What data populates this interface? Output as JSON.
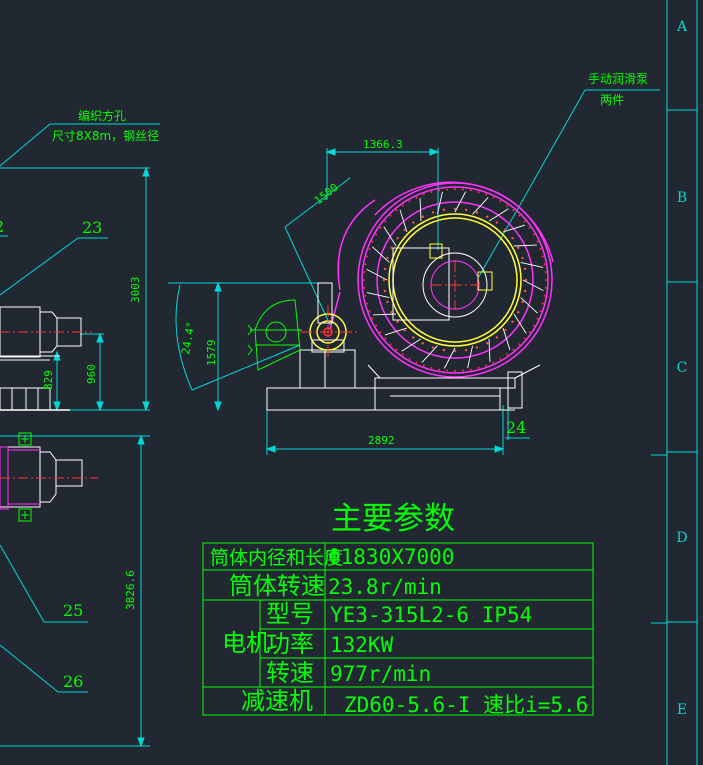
{
  "border": {
    "zones": [
      "A",
      "B",
      "C",
      "D",
      "E"
    ]
  },
  "notes": {
    "mesh_title": "编织方孔",
    "mesh_size": "尺寸8X8m，钢丝径",
    "handwheel_l1": "手动润滑泵",
    "handwheel_l2": "两件"
  },
  "dimensions": {
    "d1366": "1366.3",
    "d1500": "1500",
    "d3003": "3003",
    "d1579": "1579",
    "angle": "24.4°",
    "d829": "829",
    "d960": "960",
    "d2892": "2892",
    "d3826": "3826.6"
  },
  "callouts": {
    "c2": "2",
    "c23": "23",
    "c24": "24",
    "c25": "25",
    "c26": "26"
  },
  "params": {
    "title": "主要参数",
    "rows": [
      {
        "label": "筒体内径和长度",
        "value": "Φ1830X7000"
      },
      {
        "label": "筒体转速",
        "value": "23.8r/min"
      },
      {
        "label": "型号",
        "value": "YE3-315L2-6  IP54"
      },
      {
        "label": "功率",
        "value": "132KW"
      },
      {
        "label": "转速",
        "value": "977r/min"
      },
      {
        "label": "减速机",
        "value": "ZD60-5.6-I 速比i=5.6"
      }
    ],
    "motor_label": "电机"
  },
  "colors": {
    "background": "#222831",
    "dimension": "#00d8d8",
    "text": "#00ff00",
    "table": "#00ff00",
    "gear_ring": "#ff33ff",
    "drum": "#ffff33",
    "structure": "#ffffff",
    "centerline": "#ff3333"
  }
}
